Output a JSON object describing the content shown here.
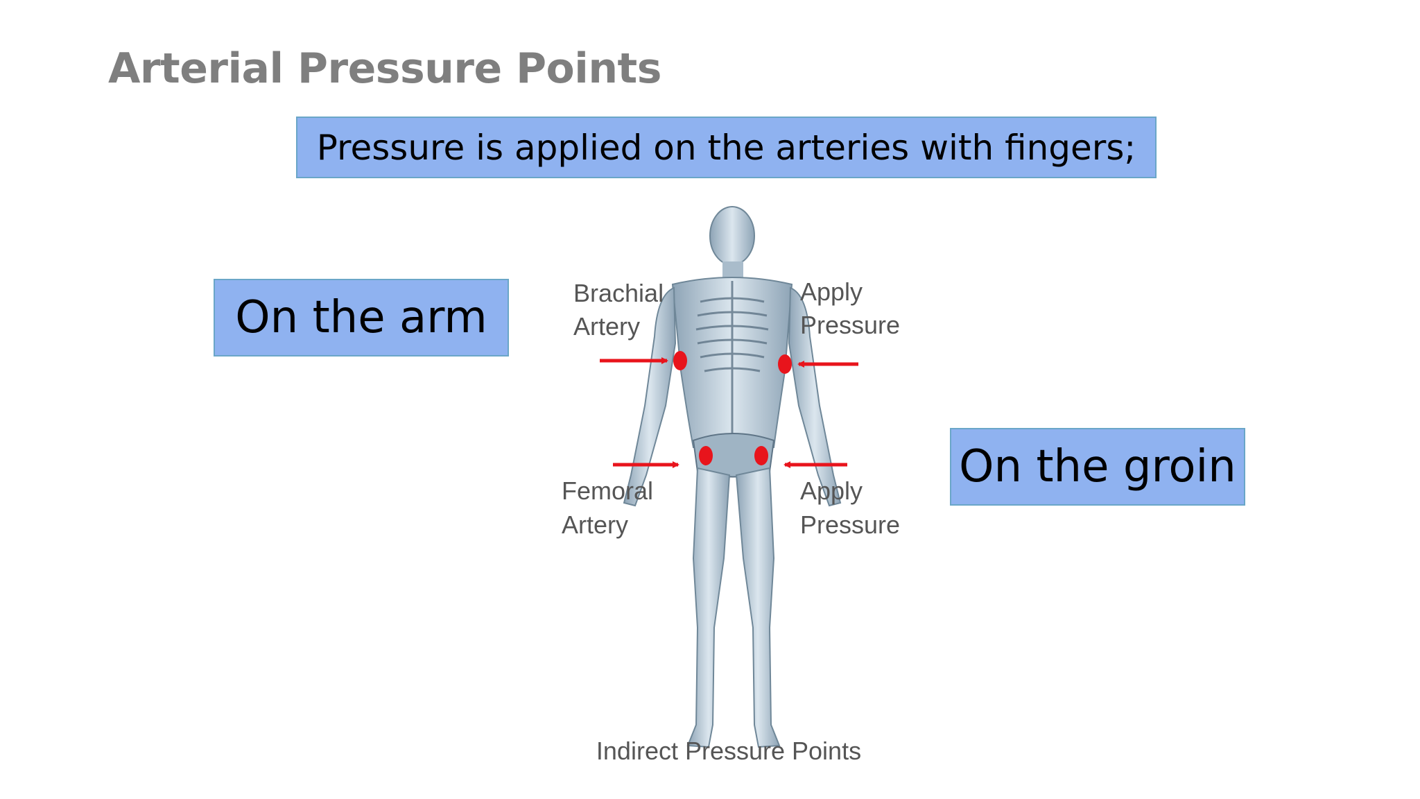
{
  "slide": {
    "title": "Arterial Pressure Points",
    "intro_box": "Pressure is applied on the arteries with fingers;",
    "arm_box": "On the arm",
    "groin_box": "On the groin"
  },
  "figure": {
    "brachial_line1": "Brachial",
    "brachial_line2": "Artery",
    "apply_upper_line1": "Apply",
    "apply_upper_line2": "Pressure",
    "femoral_line1": "Femoral",
    "femoral_line2": "Artery",
    "apply_lower_line1": "Apply",
    "apply_lower_line2": "Pressure",
    "caption": "Indirect Pressure Points",
    "colors": {
      "pressure_point": "#e8141c",
      "arrow": "#e8141c",
      "body": "#b9c9d6"
    }
  }
}
